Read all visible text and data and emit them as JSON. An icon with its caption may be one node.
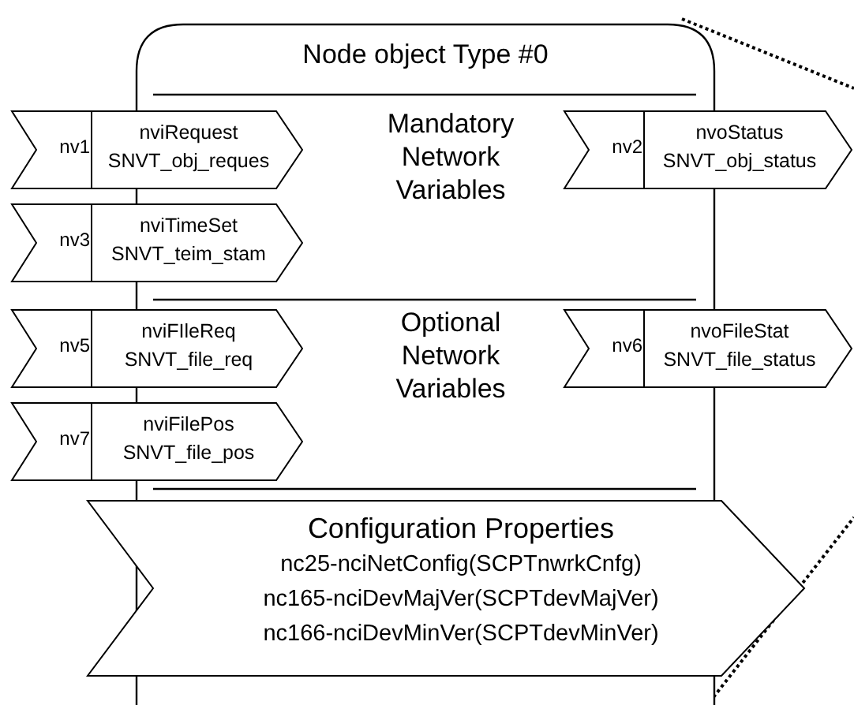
{
  "diagram": {
    "nodes": [
      {
        "text": [
          "Node object Type #0"
        ]
      },
      {
        "text": [
          "nv1",
          "nviRequest",
          "SNVT_obj_reques"
        ]
      },
      {
        "text": [
          "nv2",
          "nvoStatus",
          "SNVT_obj_status"
        ]
      },
      {
        "text": [
          "nv3",
          "nviTimeSet",
          "SNVT_teim_stam"
        ]
      },
      {
        "text": [
          "nv5",
          "nviFIleReq",
          "SNVT_file_req"
        ]
      },
      {
        "text": [
          "nv6",
          "nvoFileStat",
          "SNVT_file_status"
        ]
      },
      {
        "text": [
          "nv7",
          "nviFilePos",
          "SNVT_file_pos"
        ]
      },
      {
        "text": [
          "Configuration Properties",
          "nc25-nciNetConfig(SCPTnwrkCnfg)",
          "nc165-nciDevMajVer(SCPTdevMajVer)",
          "nc166-nciDevMinVer(SCPTdevMinVer)"
        ]
      }
    ],
    "edges": [],
    "labels": [
      "Mandatory Network Variables",
      "Optional Network Variables"
    ]
  }
}
